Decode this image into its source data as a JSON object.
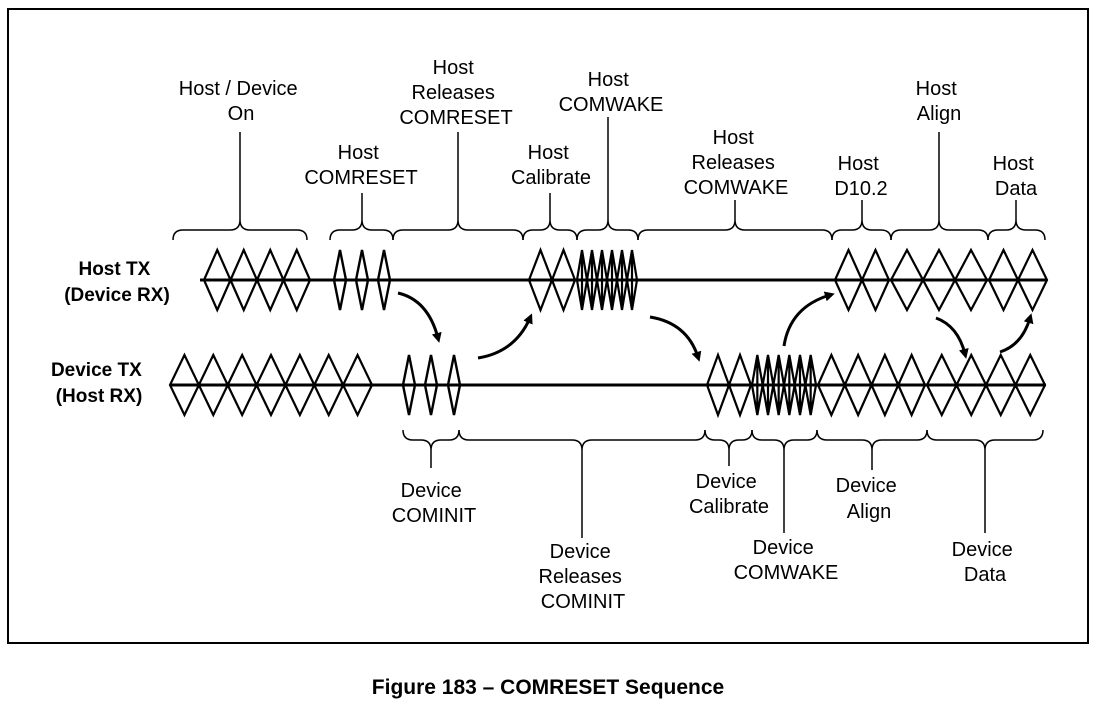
{
  "colors": {
    "ink": "#000000",
    "background": "#ffffff"
  },
  "lanes": {
    "host": [
      "Host TX",
      "(Device RX)"
    ],
    "device": [
      "Device TX",
      "(Host RX)"
    ]
  },
  "labels": {
    "host_device_on": [
      "Host / Device",
      "On"
    ],
    "host_comreset": [
      "Host",
      "COMRESET"
    ],
    "host_releases_comreset": [
      "Host",
      "Releases",
      "COMRESET"
    ],
    "host_calibrate": [
      "Host",
      "Calibrate"
    ],
    "host_comwake": [
      "Host",
      "COMWAKE"
    ],
    "host_releases_comwake": [
      "Host",
      "Releases",
      "COMWAKE"
    ],
    "host_d10_2": [
      "Host",
      "D10.2"
    ],
    "host_align": [
      "Host",
      "Align"
    ],
    "host_data": [
      "Host",
      "Data"
    ],
    "device_cominit": [
      "Device",
      "COMINIT"
    ],
    "device_releases_cominit": [
      "Device",
      "Releases",
      "COMINIT"
    ],
    "device_calibrate": [
      "Device",
      "Calibrate"
    ],
    "device_comwake": [
      "Device",
      "COMWAKE"
    ],
    "device_align": [
      "Device",
      "Align"
    ],
    "device_data": [
      "Device",
      "Data"
    ]
  },
  "caption": "Figure 183 – COMRESET Sequence"
}
